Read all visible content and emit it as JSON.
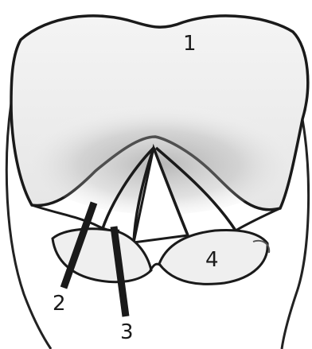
{
  "labels": {
    "epiglottis": "1",
    "vestibular_fold": "2",
    "vocal_fold": "3",
    "arytenoid": "4"
  }
}
